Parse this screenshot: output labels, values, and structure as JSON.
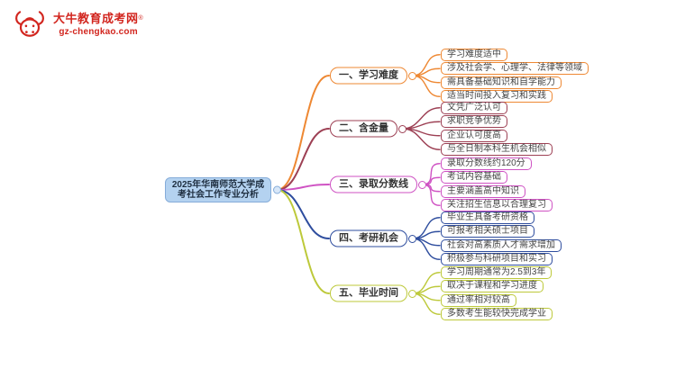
{
  "logo": {
    "title": "大牛教育成考网",
    "registered_mark": "®",
    "url": "gz-chengkao.com",
    "color": "#d2261f",
    "icon": "bull-icon"
  },
  "central": {
    "title": "2025年华南师范大学成考社会工作专业分析",
    "bg": "#b4d2f0",
    "border": "#85acd9"
  },
  "branches": [
    {
      "label": "一、学习难度",
      "color": "#ee8833",
      "children": [
        "学习难度适中",
        "涉及社会学、心理学、法律等领域",
        "需具备基础知识和自学能力",
        "适当时间投入复习和实践"
      ]
    },
    {
      "label": "二、含金量",
      "color": "#9d4054",
      "children": [
        "文凭广泛认可",
        "求职竞争优势",
        "企业认可度高",
        "与全日制本科生机会相似"
      ]
    },
    {
      "label": "三、录取分数线",
      "color": "#cf52c3",
      "children": [
        "录取分数线约120分",
        "考试内容基础",
        "主要涵盖高中知识",
        "关注招生信息以合理复习"
      ]
    },
    {
      "label": "四、考研机会",
      "color": "#2e4d9e",
      "children": [
        "毕业生具备考研资格",
        "可报考相关硕士项目",
        "社会对高素质人才需求增加",
        "积极参与科研项目和实习"
      ]
    },
    {
      "label": "五、毕业时间",
      "color": "#bdc93a",
      "children": [
        "学习周期通常为2.5到3年",
        "取决于课程和学习进度",
        "通过率相对较高",
        "多数考生能较快完成学业"
      ]
    }
  ]
}
